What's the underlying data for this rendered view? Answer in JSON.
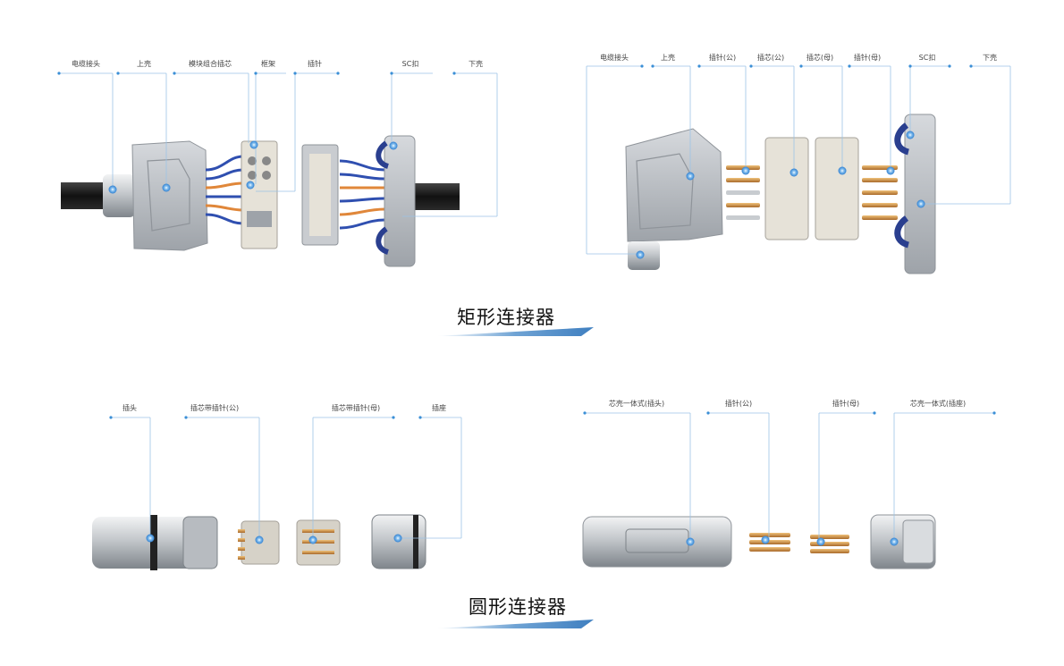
{
  "sections": [
    {
      "title": "矩形连接器",
      "panels": [
        {
          "labels": [
            "电缆接头",
            "上壳",
            "模块组合插芯",
            "框架",
            "插针",
            "SC扣",
            "下壳"
          ]
        },
        {
          "labels": [
            "电缆接头",
            "上壳",
            "插针(公)",
            "插芯(公)",
            "插芯(母)",
            "插针(母)",
            "SC扣",
            "下壳"
          ]
        }
      ]
    },
    {
      "title": "圆形连接器",
      "panels": [
        {
          "labels": [
            "插头",
            "插芯带插针(公)",
            "插芯带插针(母)",
            "插座"
          ]
        },
        {
          "labels": [
            "芯壳一体式(插头)",
            "插针(公)",
            "插针(母)",
            "芯壳一体式(插座)"
          ]
        }
      ]
    }
  ],
  "colors": {
    "callout_line": "#9cc3e6",
    "callout_dot": "#3a8fd6",
    "underline": "#6fa3d4",
    "housing": "#b8bcc2",
    "cable": "#1a1a1a",
    "wire_blue": "#2f4fb0",
    "wire_orange": "#e0873a",
    "insert": "#e6e2d8",
    "pin": "#d49a4a",
    "metal": "#c8ccd0",
    "latch": "#2a3f8f"
  }
}
